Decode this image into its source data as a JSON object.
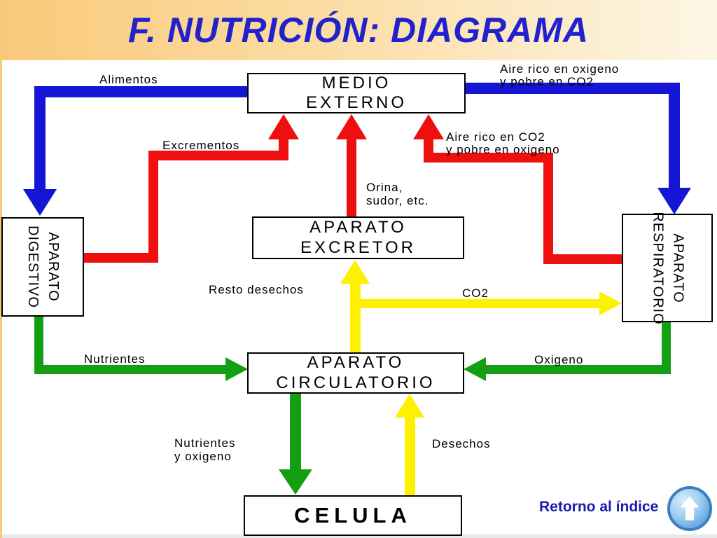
{
  "header": {
    "title": "F. NUTRICIÓN: DIAGRAMA"
  },
  "boxes": {
    "medio_externo": {
      "line1": "MEDIO",
      "line2": "EXTERNO"
    },
    "aparato_digestivo": {
      "line1": "APARATO",
      "line2": "DIGESTIVO"
    },
    "aparato_respiratorio": {
      "line1": "APARATO",
      "line2": "RESPIRATORIO"
    },
    "aparato_excretor": {
      "line1": "APARATO",
      "line2": "EXCRETOR"
    },
    "aparato_circulatorio": {
      "line1": "APARATO",
      "line2": "CIRCULATORIO"
    },
    "celula": {
      "line1": "CELULA"
    }
  },
  "labels": {
    "alimentos": "Alimentos",
    "aire_oxigeno_1": "Aire rico en oxigeno",
    "aire_oxigeno_2": "y pobre en CO2",
    "excrementos": "Excrementos",
    "aire_co2_1": "Aire rico en CO2",
    "aire_co2_2": "y pobre en oxigeno",
    "orina_1": "Orina,",
    "orina_2": "sudor, etc.",
    "resto_desechos": "Resto desechos",
    "co2": "CO2",
    "nutrientes": "Nutrientes",
    "oxigeno": "Oxigeno",
    "nutrientes_oxigeno_1": "Nutrientes",
    "nutrientes_oxigeno_2": "y oxigeno",
    "desechos": "Desechos"
  },
  "footer": {
    "return_link": "Retorno al índice"
  },
  "arrows": [
    {
      "from": "MEDIO EXTERNO",
      "to": "APARATO DIGESTIVO",
      "label": "Alimentos",
      "color": "blue"
    },
    {
      "from": "MEDIO EXTERNO",
      "to": "APARATO RESPIRATORIO",
      "label": "Aire rico en oxigeno y pobre en CO2",
      "color": "blue"
    },
    {
      "from": "APARATO DIGESTIVO",
      "to": "MEDIO EXTERNO",
      "label": "Excrementos",
      "color": "red"
    },
    {
      "from": "APARATO EXCRETOR",
      "to": "MEDIO EXTERNO",
      "label": "Orina, sudor, etc.",
      "color": "red"
    },
    {
      "from": "APARATO RESPIRATORIO",
      "to": "MEDIO EXTERNO",
      "label": "Aire rico en CO2 y pobre en oxigeno",
      "color": "red"
    },
    {
      "from": "APARATO DIGESTIVO",
      "to": "APARATO CIRCULATORIO",
      "label": "Nutrientes",
      "color": "green"
    },
    {
      "from": "APARATO RESPIRATORIO",
      "to": "APARATO CIRCULATORIO",
      "label": "Oxigeno",
      "color": "green"
    },
    {
      "from": "APARATO CIRCULATORIO",
      "to": "APARATO EXCRETOR",
      "label": "Resto desechos",
      "color": "yellow"
    },
    {
      "from": "APARATO CIRCULATORIO",
      "to": "APARATO RESPIRATORIO",
      "label": "CO2",
      "color": "yellow"
    },
    {
      "from": "APARATO CIRCULATORIO",
      "to": "CELULA",
      "label": "Nutrientes y oxigeno",
      "color": "green"
    },
    {
      "from": "CELULA",
      "to": "APARATO CIRCULATORIO",
      "label": "Desechos",
      "color": "yellow"
    }
  ],
  "colors": {
    "title_blue": "#2222cc",
    "arrow_blue": "#1515d6",
    "arrow_red": "#ee0f0f",
    "arrow_green": "#12a012",
    "arrow_yellow": "#fdf000",
    "link_blue": "#1b1bb0",
    "button_blue": "#5ea3dd",
    "header_gradient_left": "#f9c97a",
    "header_gradient_right": "#fdf6e6"
  }
}
